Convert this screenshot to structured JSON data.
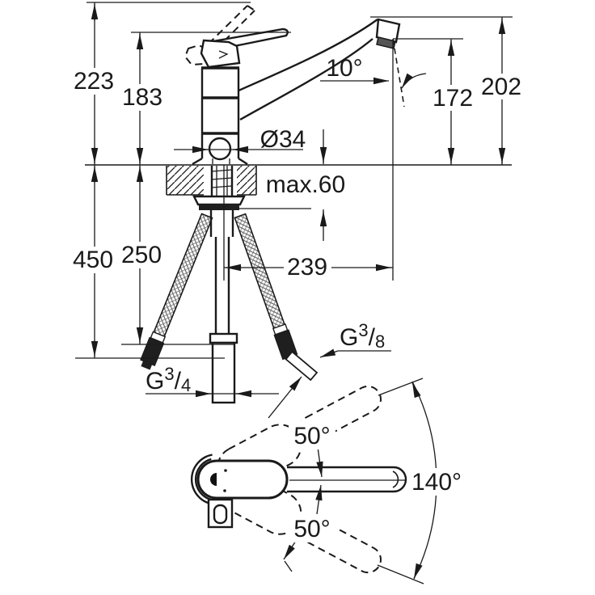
{
  "drawing_type": "faucet-dimensional-diagram",
  "colors": {
    "line": "#1a1a1a",
    "background": "#ffffff",
    "fitting_dark": "#1f1f1f"
  },
  "labels": {
    "height_total": "223",
    "height_lever": "183",
    "outlet_height": "172",
    "spout_top_height": "202",
    "outlet_angle": "10°",
    "base_diameter": "Ø34",
    "deck_thickness": "max.60",
    "hose_depth": "450",
    "shank_depth": "250",
    "spout_reach": "239",
    "thread_center": {
      "g": "G",
      "num": "3",
      "slash": "/",
      "den": "4"
    },
    "thread_hose": {
      "g": "G",
      "num": "3",
      "slash": "/",
      "den": "8"
    },
    "swivel_upper": "50°",
    "swivel_total": "140°",
    "swivel_lower": "50°"
  }
}
